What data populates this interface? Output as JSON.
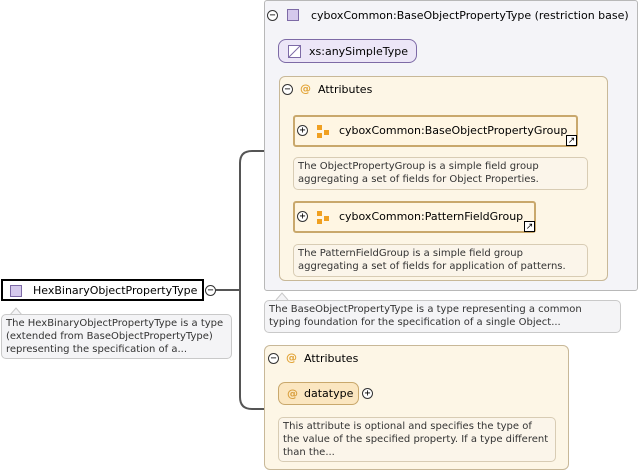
{
  "root": {
    "label": "HexBinaryObjectPropertyType",
    "doc": "The HexBinaryObjectPropertyType is a type (extended from BaseObjectPropertyType) representing the specification of a..."
  },
  "restriction": {
    "label": "cyboxCommon:BaseObjectPropertyType (restriction base)",
    "simple_type": "xs:anySimpleType",
    "attributes_label": "Attributes",
    "groups": [
      {
        "label": "cyboxCommon:BaseObjectPropertyGroup",
        "doc": "The ObjectPropertyGroup is a simple field group aggregating a set of fields for Object Properties."
      },
      {
        "label": "cyboxCommon:PatternFieldGroup",
        "doc": "The PatternFieldGroup is a simple field group aggregating a set of fields for application of patterns."
      }
    ],
    "doc": "The BaseObjectPropertyType is a type representing a common typing foundation for the specification of a single Object..."
  },
  "attributes": {
    "label": "Attributes",
    "datatype": {
      "label": "datatype",
      "doc": "This attribute is optional and specifies the type of the value of the specified property. If a type different than the..."
    }
  },
  "icons": {
    "collapse": "minus-circle-icon",
    "expand": "plus-circle-icon",
    "type": "complex-type-icon",
    "attribute": "at-attribute-icon",
    "group": "attribute-group-icon",
    "link": "jump-link-icon"
  },
  "colors": {
    "attr_bg": "#fdf6e6",
    "frame_bg": "#f4f4f8",
    "type_icon": "#d5c9ec",
    "attr_at": "#e2a53a"
  }
}
